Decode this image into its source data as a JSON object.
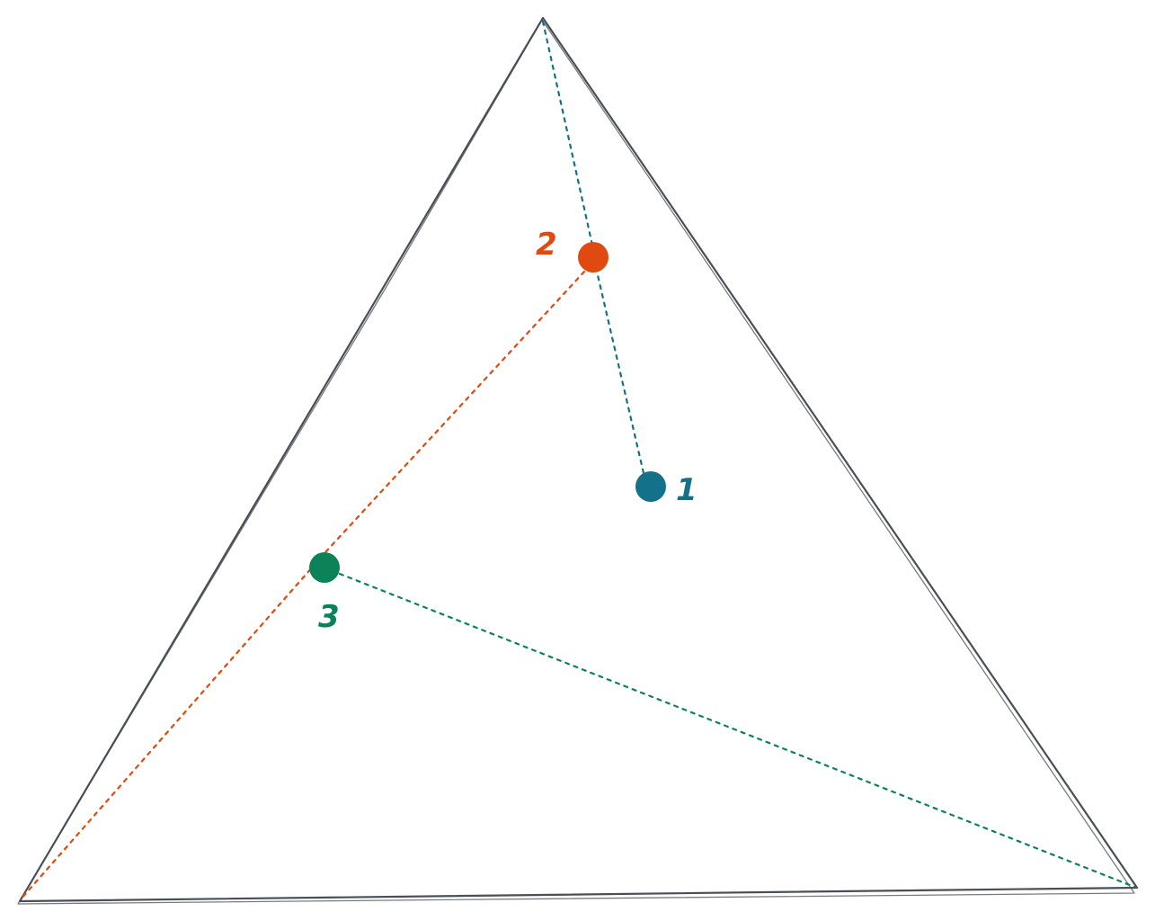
{
  "diagram": {
    "triangle": {
      "stroke_color": "#4a4f57"
    },
    "points": [
      {
        "label": "1",
        "color": "#13718a"
      },
      {
        "label": "2",
        "color": "#e0490f"
      },
      {
        "label": "3",
        "color": "#0b8258"
      }
    ],
    "connectors": [
      {
        "from_point": "1",
        "to_vertex": "top",
        "color": "#13718a"
      },
      {
        "from_point": "2",
        "to_vertex": "bottom-left",
        "color": "#e0490f"
      },
      {
        "from_point": "3",
        "to_vertex": "bottom-right",
        "color": "#0b8258"
      }
    ]
  }
}
